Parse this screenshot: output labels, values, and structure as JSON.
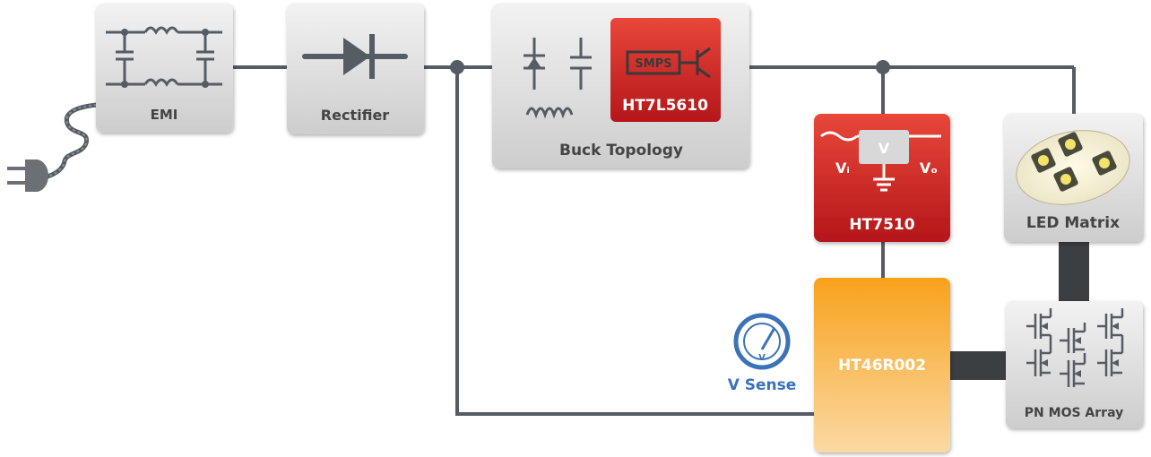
{
  "blocks": {
    "emi": "EMI",
    "rectifier": "Rectifier",
    "buck": "Buck Topology",
    "smps_chip": "HT7L5610",
    "smps_badge": "SMPS",
    "regulator": "HT7510",
    "regulator_v": "V",
    "regulator_vi": "Vᵢ",
    "regulator_vo": "Vₒ",
    "led": "LED Matrix",
    "mcu": "HT46R002",
    "mos": "PN MOS Array",
    "vsense": "V Sense",
    "vsense_v": "V"
  },
  "colors": {
    "wire": "#555c63",
    "gray_block": "#dcdcdc",
    "red_block": "#c8191c",
    "orange_block": "#f7a11a",
    "blue": "#3a73b8"
  }
}
